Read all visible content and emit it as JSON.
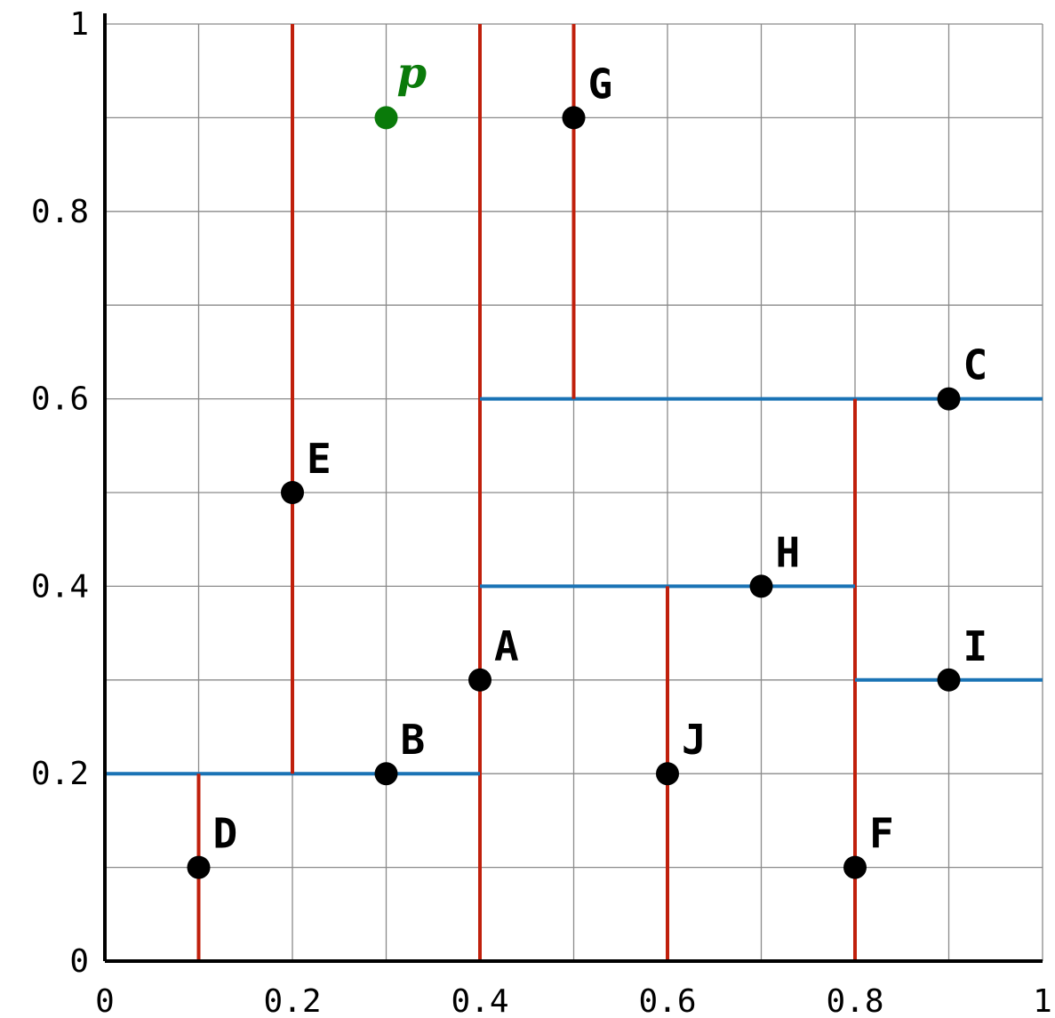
{
  "chart_data": {
    "type": "scatter",
    "title": "",
    "xlabel": "",
    "ylabel": "",
    "xlim": [
      0,
      1
    ],
    "ylim": [
      0,
      1
    ],
    "grid": true,
    "grid_step": 0.1,
    "x_ticks": [
      {
        "value": 0,
        "label": "0"
      },
      {
        "value": 0.2,
        "label": "0.2"
      },
      {
        "value": 0.4,
        "label": "0.4"
      },
      {
        "value": 0.6,
        "label": "0.6"
      },
      {
        "value": 0.8,
        "label": "0.8"
      },
      {
        "value": 1,
        "label": "1"
      }
    ],
    "y_ticks": [
      {
        "value": 0,
        "label": "0"
      },
      {
        "value": 0.2,
        "label": "0.2"
      },
      {
        "value": 0.4,
        "label": "0.4"
      },
      {
        "value": 0.6,
        "label": "0.6"
      },
      {
        "value": 0.8,
        "label": "0.8"
      },
      {
        "value": 1,
        "label": "1"
      }
    ],
    "points": [
      {
        "label": "A",
        "x": 0.4,
        "y": 0.3
      },
      {
        "label": "B",
        "x": 0.3,
        "y": 0.2
      },
      {
        "label": "C",
        "x": 0.9,
        "y": 0.6
      },
      {
        "label": "D",
        "x": 0.1,
        "y": 0.1
      },
      {
        "label": "E",
        "x": 0.2,
        "y": 0.5
      },
      {
        "label": "F",
        "x": 0.8,
        "y": 0.1
      },
      {
        "label": "G",
        "x": 0.5,
        "y": 0.9
      },
      {
        "label": "H",
        "x": 0.7,
        "y": 0.4
      },
      {
        "label": "I",
        "x": 0.9,
        "y": 0.3
      },
      {
        "label": "J",
        "x": 0.6,
        "y": 0.2
      }
    ],
    "query_point": {
      "label": "p",
      "x": 0.3,
      "y": 0.9,
      "color": "#0a7a0a"
    },
    "splits": [
      {
        "orientation": "vertical",
        "x": 0.4,
        "y_from": 0,
        "y_to": 1,
        "color": "#c0200c"
      },
      {
        "orientation": "horizontal",
        "y": 0.2,
        "x_from": 0,
        "x_to": 0.4,
        "color": "#1a73b5"
      },
      {
        "orientation": "vertical",
        "x": 0.2,
        "y_from": 0.2,
        "y_to": 1,
        "color": "#c0200c"
      },
      {
        "orientation": "vertical",
        "x": 0.1,
        "y_from": 0,
        "y_to": 0.2,
        "color": "#c0200c"
      },
      {
        "orientation": "horizontal",
        "y": 0.6,
        "x_from": 0.4,
        "x_to": 1,
        "color": "#1a73b5"
      },
      {
        "orientation": "vertical",
        "x": 0.5,
        "y_from": 0.6,
        "y_to": 1,
        "color": "#c0200c"
      },
      {
        "orientation": "vertical",
        "x": 0.8,
        "y_from": 0,
        "y_to": 0.6,
        "color": "#c0200c"
      },
      {
        "orientation": "horizontal",
        "y": 0.4,
        "x_from": 0.4,
        "x_to": 0.8,
        "color": "#1a73b5"
      },
      {
        "orientation": "vertical",
        "x": 0.6,
        "y_from": 0,
        "y_to": 0.4,
        "color": "#c0200c"
      },
      {
        "orientation": "horizontal",
        "y": 0.3,
        "x_from": 0.8,
        "x_to": 1,
        "color": "#1a73b5"
      }
    ],
    "colors": {
      "vertical_split": "#c0200c",
      "horizontal_split": "#1a73b5",
      "point": "#000000",
      "query": "#0a7a0a",
      "grid": "#8a8a8a",
      "axis": "#000000"
    }
  }
}
